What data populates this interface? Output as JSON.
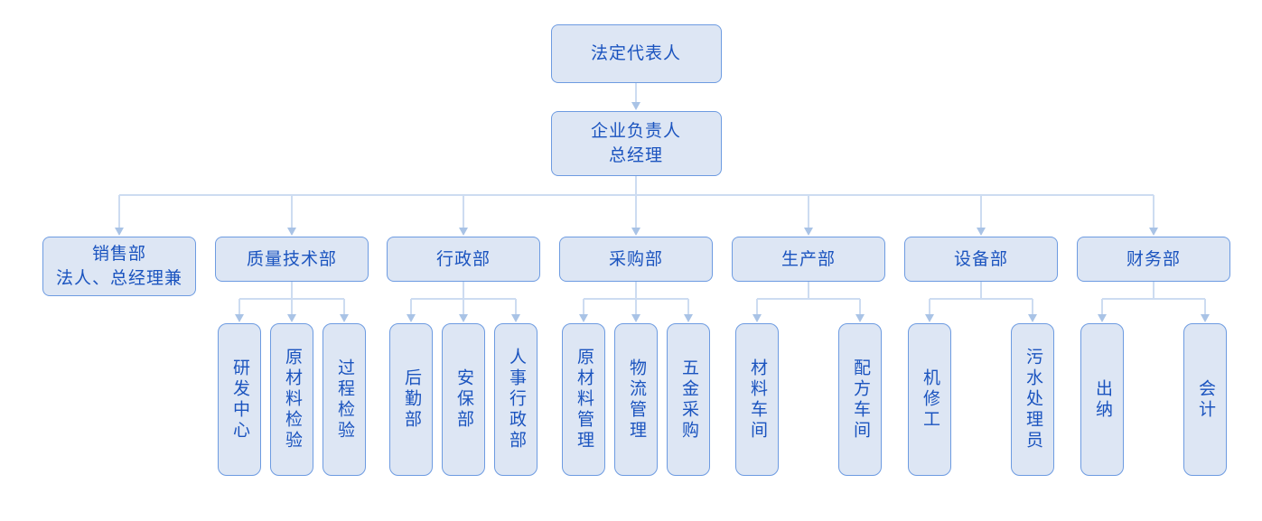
{
  "diagram": {
    "type": "org-chart",
    "colors": {
      "background": "#ffffff",
      "box_fill": "#dde6f4",
      "box_border": "#6d9be1",
      "text": "#1b54bf",
      "connector_line": "#cddcf1",
      "connector_arrow": "#a9c3e6"
    },
    "root": {
      "id": "legal-representative",
      "label": "法定代表人"
    },
    "manager": {
      "id": "general-manager",
      "lines": [
        "企业负责人",
        "总经理"
      ]
    },
    "departments": [
      {
        "id": "sales",
        "lines": [
          "销售部",
          "法人、总经理兼"
        ],
        "children": []
      },
      {
        "id": "quality",
        "lines": [
          "质量技术部"
        ],
        "children": [
          "研发中心",
          "原材料检验",
          "过程检验"
        ]
      },
      {
        "id": "admin",
        "lines": [
          "行政部"
        ],
        "children": [
          "后勤部",
          "安保部",
          "人事行政部"
        ]
      },
      {
        "id": "purchasing",
        "lines": [
          "采购部"
        ],
        "children": [
          "原材料管理",
          "物流管理",
          "五金采购"
        ]
      },
      {
        "id": "production",
        "lines": [
          "生产部"
        ],
        "children": [
          "材料车间",
          "配方车间"
        ]
      },
      {
        "id": "equipment",
        "lines": [
          "设备部"
        ],
        "children": [
          "机修工",
          "污水处理员"
        ]
      },
      {
        "id": "finance",
        "lines": [
          "财务部"
        ],
        "children": [
          "出纳",
          "会计"
        ]
      }
    ]
  }
}
